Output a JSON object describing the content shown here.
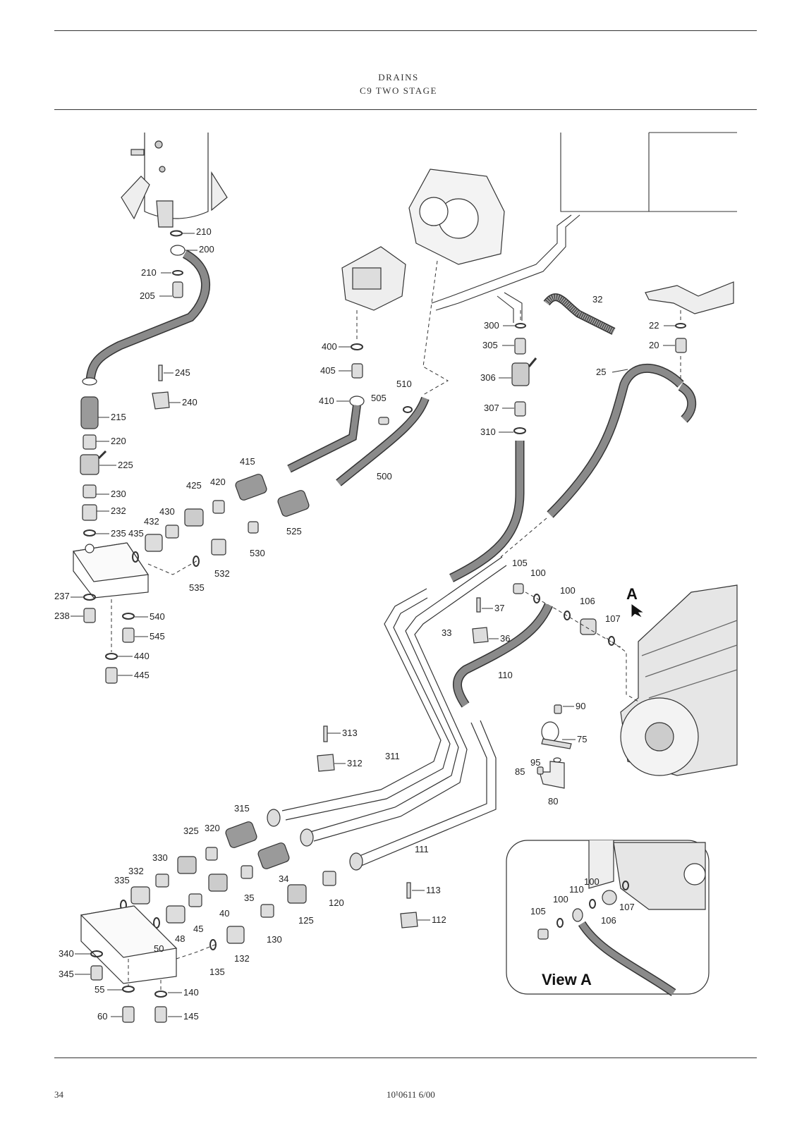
{
  "header": {
    "title": "DRAINS",
    "subtitle": "C9 TWO STAGE"
  },
  "footer": {
    "page_number": "34",
    "doc_number": "10¹0611 6/00"
  },
  "diagram": {
    "view_label": "View A",
    "view_marker": "A",
    "callouts": [
      "210",
      "200",
      "210",
      "205",
      "245",
      "240",
      "215",
      "220",
      "225",
      "230",
      "232",
      "235",
      "237",
      "238",
      "540",
      "545",
      "440",
      "445",
      "400",
      "405",
      "410",
      "505",
      "510",
      "415",
      "420",
      "425",
      "430",
      "432",
      "435",
      "535",
      "532",
      "530",
      "525",
      "500",
      "300",
      "305",
      "306",
      "307",
      "310",
      "32",
      "22",
      "20",
      "25",
      "105",
      "100",
      "100",
      "106",
      "107",
      "37",
      "36",
      "33",
      "110",
      "90",
      "75",
      "95",
      "85",
      "80",
      "313",
      "312",
      "311",
      "315",
      "325",
      "320",
      "330",
      "332",
      "335",
      "34",
      "35",
      "40",
      "45",
      "48",
      "50",
      "125",
      "120",
      "130",
      "132",
      "135",
      "340",
      "345",
      "55",
      "60",
      "140",
      "145",
      "111",
      "113",
      "112",
      "110",
      "100",
      "100",
      "105",
      "107",
      "106"
    ]
  }
}
